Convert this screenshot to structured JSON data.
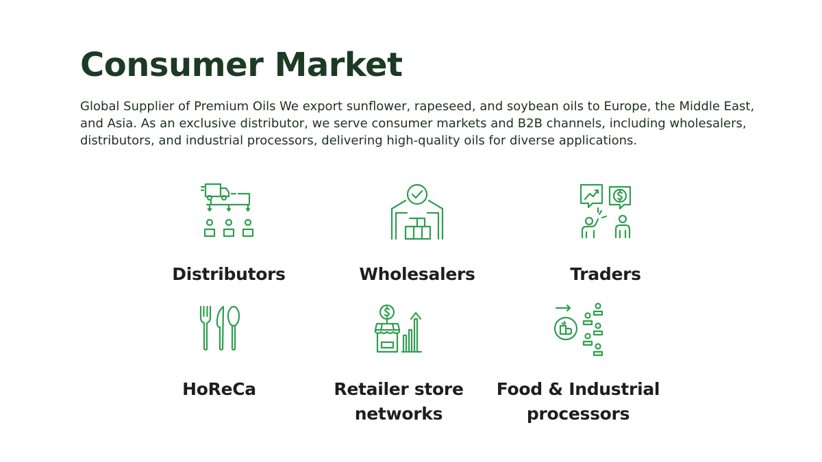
{
  "header": {
    "title": "Consumer Market",
    "intro": "Global Supplier of Premium Oils We export sunflower, rapeseed, and soybean oils to Europe, the Middle East, and Asia. As an exclusive distributor, we serve consumer markets and B2B channels, including wholesalers, distributors, and industrial processors, delivering high-quality oils for diverse applications."
  },
  "segments": [
    {
      "label": "Distributors",
      "icon": "distribution-network-icon"
    },
    {
      "label": "Wholesalers",
      "icon": "warehouse-icon"
    },
    {
      "label": "Traders",
      "icon": "traders-icon"
    },
    {
      "label": "HoReCa",
      "icon": "cutlery-icon"
    },
    {
      "label": "Retailer store networks",
      "icon": "retail-store-icon"
    },
    {
      "label": "Food & Industrial processors",
      "icon": "food-processor-icon"
    }
  ],
  "colors": {
    "title": "#1c3a24",
    "icon_stroke": "#2e9e4e",
    "label": "#1e1e1e"
  }
}
